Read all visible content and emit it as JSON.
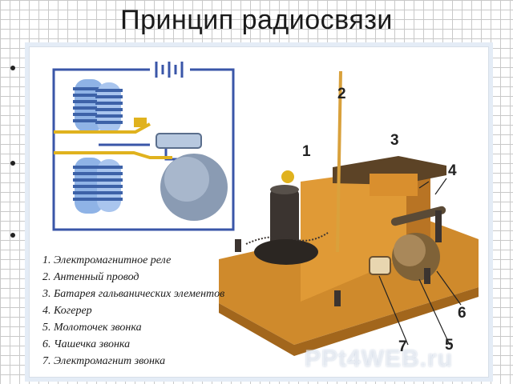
{
  "slide": {
    "title": "Принцип радиосвязи"
  },
  "legend": {
    "items": [
      "1. Электромагнитное реле",
      "2. Антенный провод",
      "3. Батарея гальванических элементов",
      "4. Когерер",
      "5. Молоточек звонка",
      "6. Чашечка звонка",
      "7. Электромагнит звонка"
    ]
  },
  "callouts": [
    "1",
    "2",
    "3",
    "4",
    "5",
    "6",
    "7"
  ],
  "watermark": "PPt4WEB.ru",
  "colors": {
    "wire": "#3a56a8",
    "coil": "#4a6fb5",
    "brass": "#e0b21e",
    "wood": "#d88f2a",
    "bell": "#8a9bb3"
  }
}
